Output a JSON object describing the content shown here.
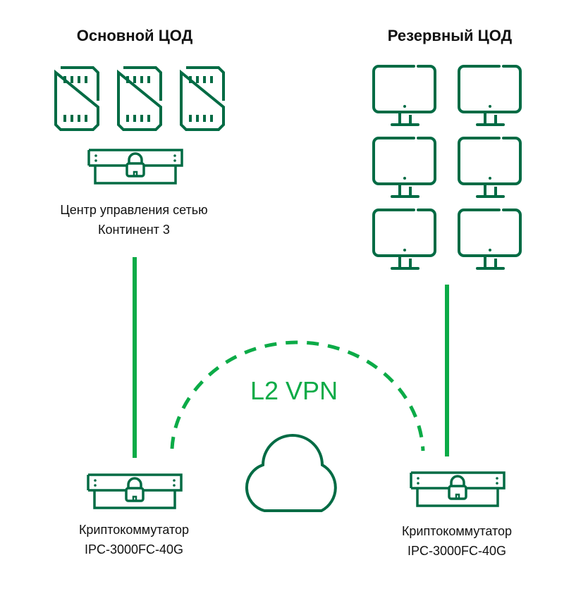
{
  "colors": {
    "icon": "#006b44",
    "link": "#0bab47",
    "text": "#111111",
    "background": "#ffffff"
  },
  "primary_dc": {
    "title": "Основной ЦОД",
    "servers": [
      "server-icon",
      "server-icon",
      "server-icon"
    ],
    "controller": {
      "icon": "encryptor-lock-icon",
      "label_line1": "Центр управления сетью",
      "label_line2": "Континент 3"
    }
  },
  "backup_dc": {
    "title": "Резервный ЦОД",
    "workstations": [
      "monitor-icon",
      "monitor-icon",
      "monitor-icon",
      "monitor-icon",
      "monitor-icon",
      "monitor-icon"
    ]
  },
  "network": {
    "tunnel_label": "L2 VPN",
    "cloud_icon": "cloud-icon",
    "link_style_tunnel": "dashed",
    "link_style_uplink": "solid"
  },
  "switches": [
    {
      "icon": "encryptor-lock-icon",
      "label_line1": "Криптокоммутатор",
      "label_line2": "IPC-3000FC-40G"
    },
    {
      "icon": "encryptor-lock-icon",
      "label_line1": "Криптокоммутатор",
      "label_line2": "IPC-3000FC-40G"
    }
  ]
}
